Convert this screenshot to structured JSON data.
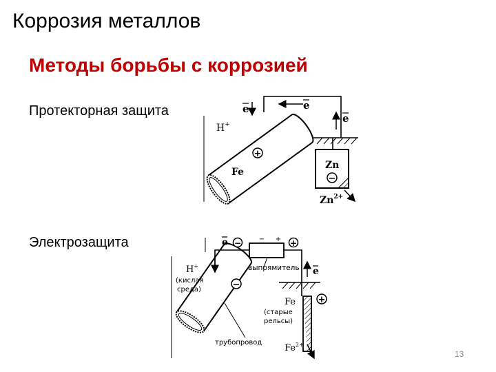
{
  "slide": {
    "title": "Коррозия металлов",
    "section_title": "Методы борьбы с коррозией",
    "page_number": "13"
  },
  "methods": [
    {
      "label": "Протекторная защита"
    },
    {
      "label": "Электрозащита"
    }
  ],
  "diagram_protector": {
    "electron": "e",
    "hydrogen_ion": "H",
    "hydrogen_charge": "+",
    "positive_sign": "+",
    "negative_sign": "−",
    "pipe_metal": "Fe",
    "protector_metal": "Zn",
    "zinc_ion": "Zn",
    "zinc_ion_charge": "2+"
  },
  "diagram_electro": {
    "electron": "e",
    "negative_sign": "−",
    "positive_sign": "+",
    "rectifier_label": "выпрямитель",
    "rectifier_minus": "−",
    "rectifier_plus": "+",
    "hydrogen_ion": "H",
    "hydrogen_charge": "+",
    "medium_line1": "(кислая",
    "medium_line2": "среда)",
    "anode_metal": "Fe",
    "anode_note_line1": "(старые",
    "anode_note_line2": "рельсы)",
    "pipe_label": "трубопровод",
    "iron_ion": "Fe",
    "iron_ion_charge": "2+"
  }
}
